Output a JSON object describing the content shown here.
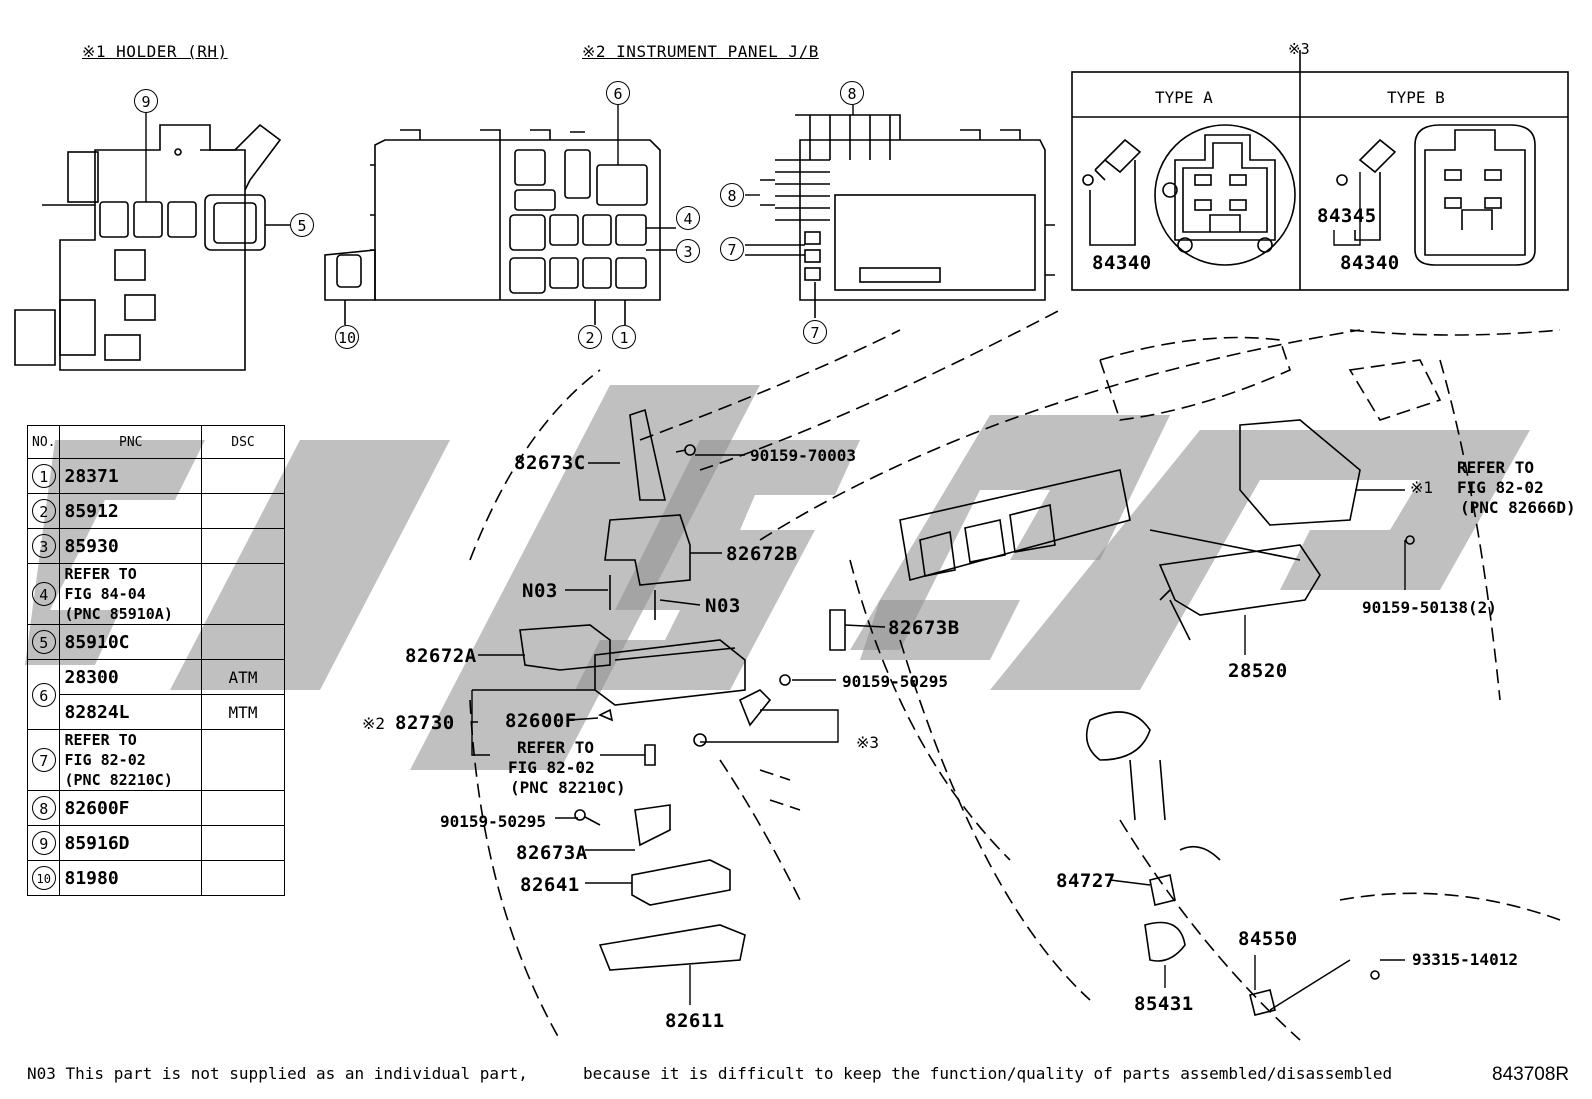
{
  "headers": {
    "holder": "※1 HOLDER (RH)",
    "panel": "※2 INSTRUMENT PANEL J/B",
    "mark3": "※3",
    "type_a": "TYPE A",
    "type_b": "TYPE B"
  },
  "table": {
    "col_no": "NO.",
    "col_pnc": "PNC",
    "col_dsc": "DSC",
    "rows": [
      {
        "no": "1",
        "pnc": "28371",
        "dsc": ""
      },
      {
        "no": "2",
        "pnc": "85912",
        "dsc": ""
      },
      {
        "no": "3",
        "pnc": "85930",
        "dsc": ""
      },
      {
        "no": "4",
        "pnc": "REFER TO\nFIG 84-04\n(PNC 85910A)",
        "dsc": ""
      },
      {
        "no": "5",
        "pnc": "85910C",
        "dsc": ""
      },
      {
        "no": "6",
        "pnc": "28300",
        "dsc": "ATM",
        "pnc2": "82824L",
        "dsc2": "MTM"
      },
      {
        "no": "7",
        "pnc": "REFER TO\nFIG 82-02\n(PNC 82210C)",
        "dsc": ""
      },
      {
        "no": "8",
        "pnc": "82600F",
        "dsc": ""
      },
      {
        "no": "9",
        "pnc": "85916D",
        "dsc": ""
      },
      {
        "no": "10",
        "pnc": "81980",
        "dsc": ""
      }
    ]
  },
  "labels": {
    "p82673C": "82673C",
    "p90159_70003": "90159-70003",
    "p82672B": "82672B",
    "n03a": "N03",
    "n03b": "N03",
    "p82673B": "82673B",
    "p82672A": "82672A",
    "p90159_50295a": "90159-50295",
    "mark2": "※2",
    "p82730": "82730",
    "p82600F": "82600F",
    "refer1": "REFER TO",
    "refer2": "FIG 82-02",
    "refer3": "(PNC 82210C)",
    "mark3b": "※3",
    "p90159_50295b": "90159-50295",
    "p82673A": "82673A",
    "p82641": "82641",
    "p82611": "82611",
    "rt_refer1": "REFER TO",
    "rt_refer2": "FIG 82-02",
    "rt_refer3": "(PNC 82666D)",
    "mark1": "※1",
    "p90159_50138": "90159-50138(2)",
    "p28520": "28520",
    "p84727": "84727",
    "p84550": "84550",
    "p93315_14012": "93315-14012",
    "p85431": "85431",
    "p84340a": "84340",
    "p84345": "84345",
    "p84340b": "84340"
  },
  "callouts": [
    "1",
    "2",
    "3",
    "4",
    "5",
    "6",
    "7",
    "7",
    "8",
    "8",
    "9",
    "10"
  ],
  "footer": {
    "note_left": "N03 This part is not supplied as an individual part,",
    "note_right": "because it is difficult to keep the function/quality of parts assembled/disassembled",
    "code": "843708R"
  }
}
